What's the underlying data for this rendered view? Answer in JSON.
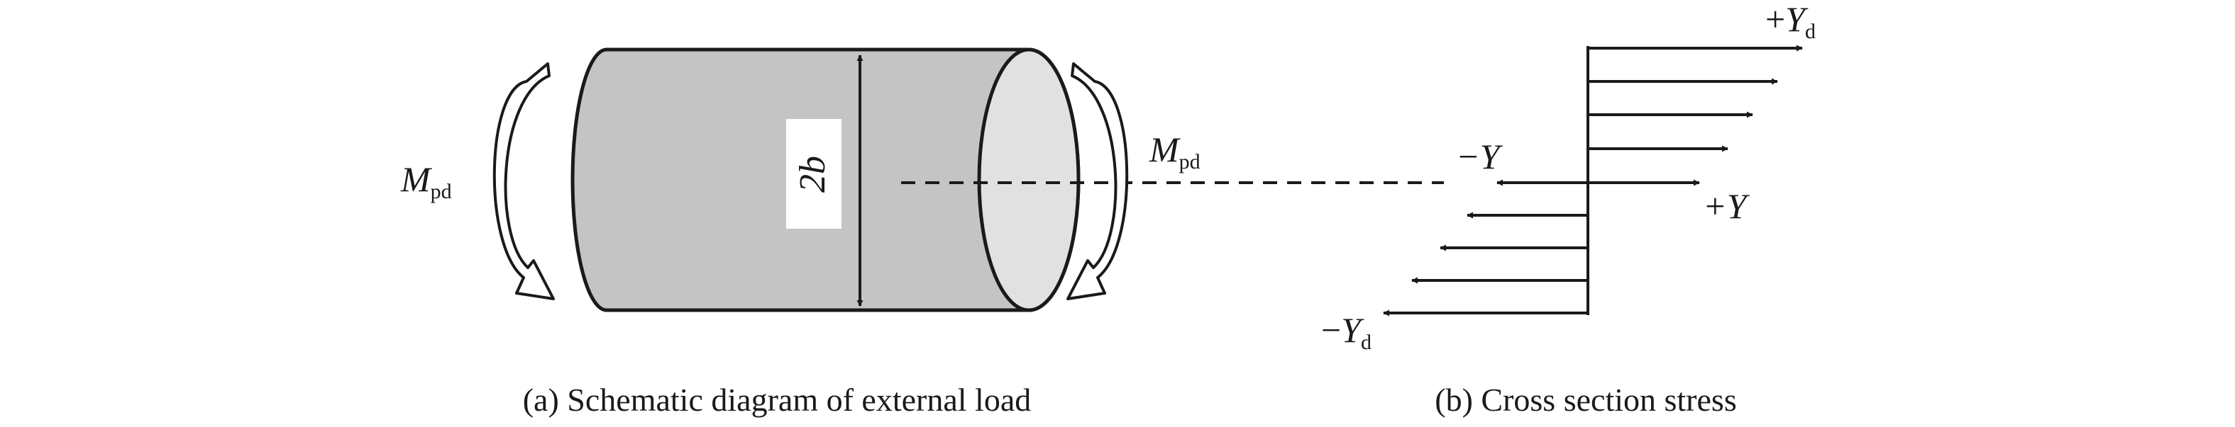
{
  "panel_a": {
    "caption": "(a) Schematic diagram of external load",
    "moment_left": {
      "main": "M",
      "sub": "pd"
    },
    "moment_right": {
      "main": "M",
      "sub": "pd"
    },
    "diameter_label": "2b"
  },
  "panel_b": {
    "caption": "(b) Cross section stress",
    "top_label": {
      "sign": "+",
      "main": "Y",
      "sub": "d"
    },
    "bottom_label": {
      "sign": "−",
      "main": "Y",
      "sub": "d"
    },
    "neg_y_label": "−Y",
    "pos_y_label": "+Y"
  },
  "colors": {
    "cylinder_body": "#c4c4c4",
    "cylinder_end": "#e1e1e1",
    "stroke": "#1a1a1a"
  }
}
